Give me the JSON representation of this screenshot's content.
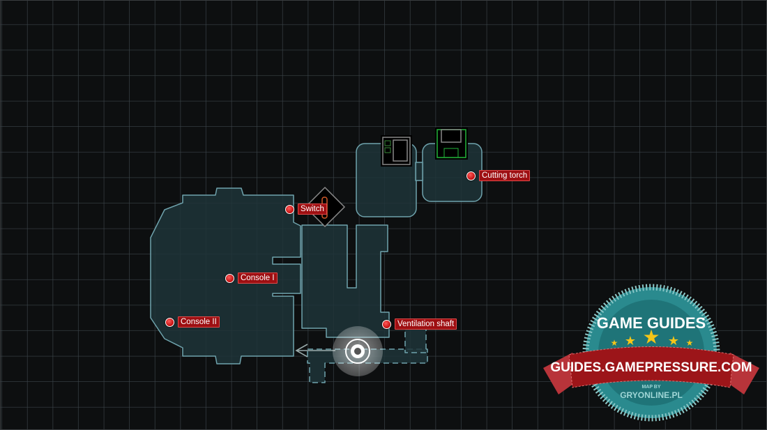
{
  "map": {
    "markers": [
      {
        "id": "switch",
        "label": "Switch"
      },
      {
        "id": "console-1",
        "label": "Console I"
      },
      {
        "id": "console-2",
        "label": "Console II"
      },
      {
        "id": "ventilation-shaft",
        "label": "Ventilation shaft"
      },
      {
        "id": "cutting-torch",
        "label": "Cutting torch"
      }
    ],
    "icons": [
      "terminal-icon",
      "save-disk-icon",
      "switch-lever-icon",
      "player-position-icon",
      "exit-arrow-icon"
    ],
    "colors": {
      "grid": "#3b4449",
      "room_fill": "#1f3438",
      "room_stroke": "#6fa3ad",
      "marker": "#c10d0d",
      "save": "#22b53a"
    }
  },
  "badge": {
    "top": "GAME GUIDES",
    "ribbon": "GUIDES.GAMEPRESSURE.COM",
    "map_by": "MAP BY",
    "credit": "GRYONLINE.PL"
  }
}
